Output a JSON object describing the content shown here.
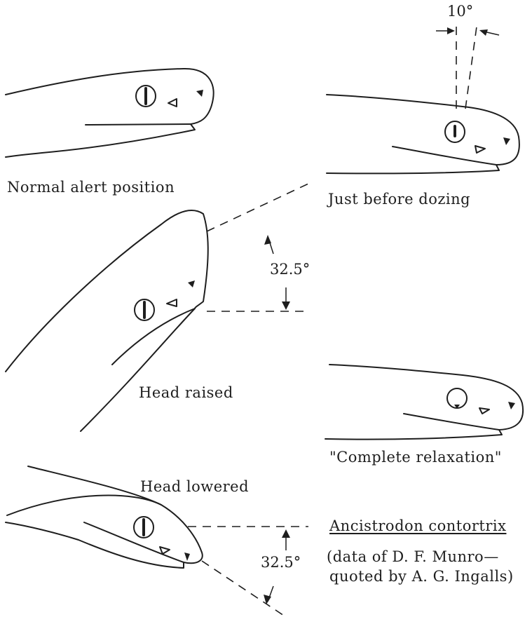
{
  "panels": {
    "normal_alert": {
      "caption": "Normal alert position"
    },
    "before_dozing": {
      "caption": "Just before dozing",
      "angle_label": "10°"
    },
    "head_raised": {
      "caption": "Head raised",
      "angle_label": "32.5°"
    },
    "complete_relaxation": {
      "caption": "\"Complete relaxation\""
    },
    "head_lowered": {
      "caption": "Head lowered",
      "angle_label": "32.5°"
    }
  },
  "species": {
    "name": "Ancistrodon contortrix",
    "source_line_1": "(data of D. F. Munro—",
    "source_line_2": "quoted by A. G. Ingalls)"
  },
  "colors": {
    "ink": "#1e1e1e",
    "background": "#ffffff"
  }
}
